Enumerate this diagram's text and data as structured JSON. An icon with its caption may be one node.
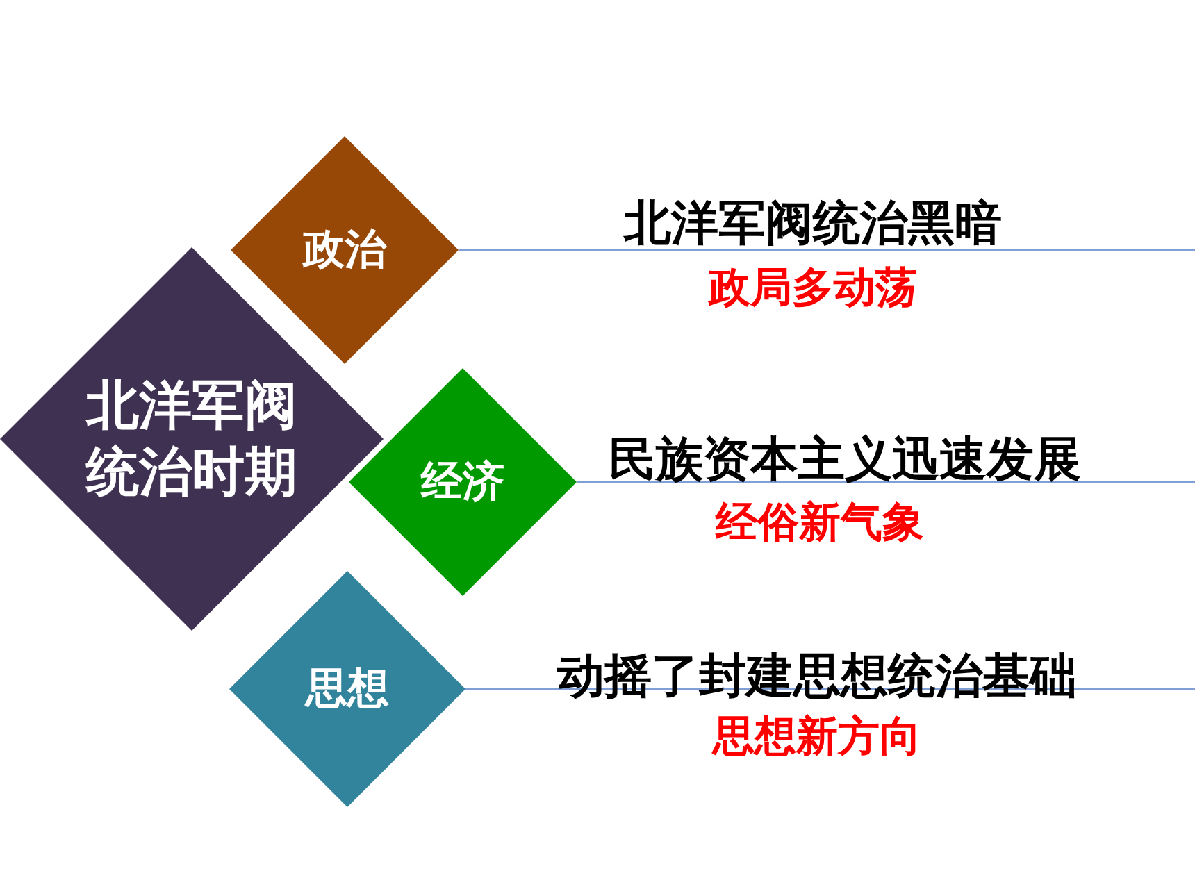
{
  "diagram": {
    "nodes": [
      {
        "text": [
          "北洋军阀统治时期"
        ]
      },
      {
        "text": [
          "政治"
        ],
        "beside": [
          "北洋军阀统治黑暗",
          "政局多动荡"
        ]
      },
      {
        "text": [
          "经济"
        ],
        "beside": [
          "民族资本主义迅速发展",
          "经俗新气象"
        ]
      },
      {
        "text": [
          "思想"
        ],
        "beside": [
          "动摇了封建思想统治基础",
          "思想新方向"
        ]
      }
    ],
    "edges": [
      {
        "from": 1,
        "to": null,
        "arrow": "none"
      },
      {
        "from": 2,
        "to": null,
        "arrow": "none"
      },
      {
        "from": 3,
        "to": null,
        "arrow": "none"
      }
    ]
  }
}
